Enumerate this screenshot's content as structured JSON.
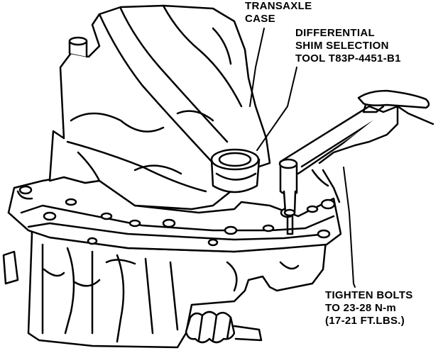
{
  "labels": {
    "transaxle_case": [
      "TRANSAXLE",
      "CASE"
    ],
    "shim_tool": [
      "DIFFERENTIAL",
      "SHIM SELECTION",
      "TOOL T83P-4451-B1"
    ],
    "tighten_bolts": [
      "TIGHTEN BOLTS",
      "TO 23-28 N-m",
      "(17-21 FT.LBS.)"
    ]
  },
  "colors": {
    "ink": "#000000",
    "paper": "#ffffff"
  }
}
